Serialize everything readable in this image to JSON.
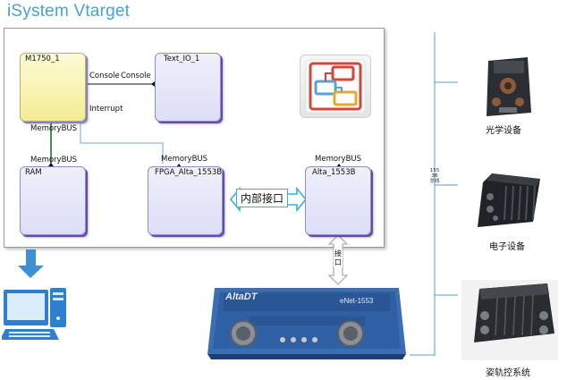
{
  "title": "iSystem Vtarget",
  "nodes": {
    "m1750": "M1750_1",
    "text_io": "Text_IO_1",
    "ram": "RAM",
    "fpga": "FPGA_Alta_1553B",
    "alta": "Alta_1553B"
  },
  "ports": {
    "console_left": "Console",
    "console_right": "Console",
    "interrupt": "Interrupt",
    "memorybus_m1750": "MemoryBUS",
    "memorybus_ram": "MemoryBUS",
    "memorybus_fpga": "MemoryBUS",
    "memorybus_alta": "MemoryBUS"
  },
  "interface_label": "内部接口",
  "vertical_link_label": "接口",
  "bus_label": "1553B总线",
  "device_box": {
    "brand": "AltaDT",
    "model": "eNet-1553"
  },
  "devices": [
    {
      "label": "光学设备"
    },
    {
      "label": "电子设备"
    },
    {
      "label": "姿轨控系统"
    }
  ],
  "colors": {
    "title": "#4aa0d8",
    "arrow": "#3aaed8",
    "bus_line": "#5b9bd5",
    "node_border": "#8c8fc4",
    "yellow_node": "#f3ec94"
  }
}
